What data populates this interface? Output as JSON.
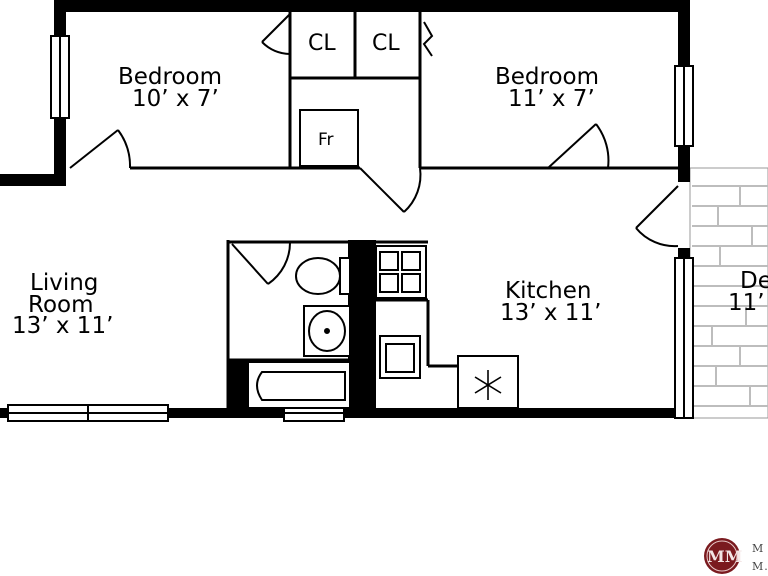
{
  "rooms": {
    "bedroom_left": {
      "name": "Bedroom",
      "size": "10’ x 7’"
    },
    "bedroom_right": {
      "name": "Bedroom",
      "size": "11’ x 7’"
    },
    "living_room": {
      "name_line1": "Living",
      "name_line2": "Room",
      "size": "13’ x 11’"
    },
    "kitchen": {
      "name": "Kitchen",
      "size": "13’ x 11’"
    },
    "deck": {
      "name": "De",
      "size": "11’"
    }
  },
  "closets": {
    "closet_1": "CL",
    "closet_2": "CL"
  },
  "fridge": {
    "label": "Fr"
  },
  "logo": {
    "monogram": "MM",
    "line1": "M",
    "line2": "M."
  },
  "colors": {
    "wall": "#000000",
    "deck_hatch": "#bdbdbd",
    "logo": "#7a1a1f"
  }
}
